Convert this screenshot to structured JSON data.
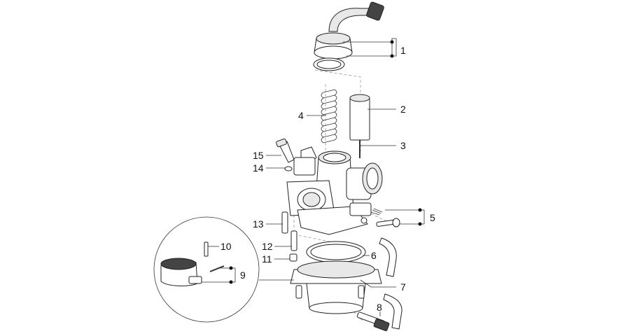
{
  "callouts": [
    "1",
    "2",
    "3",
    "4",
    "5",
    "6",
    "7",
    "8",
    "9",
    "10",
    "11",
    "12",
    "13",
    "14",
    "15"
  ],
  "colors": {
    "line": "#333333",
    "label": "#111111",
    "background": "#ffffff",
    "dash": "#999999"
  }
}
